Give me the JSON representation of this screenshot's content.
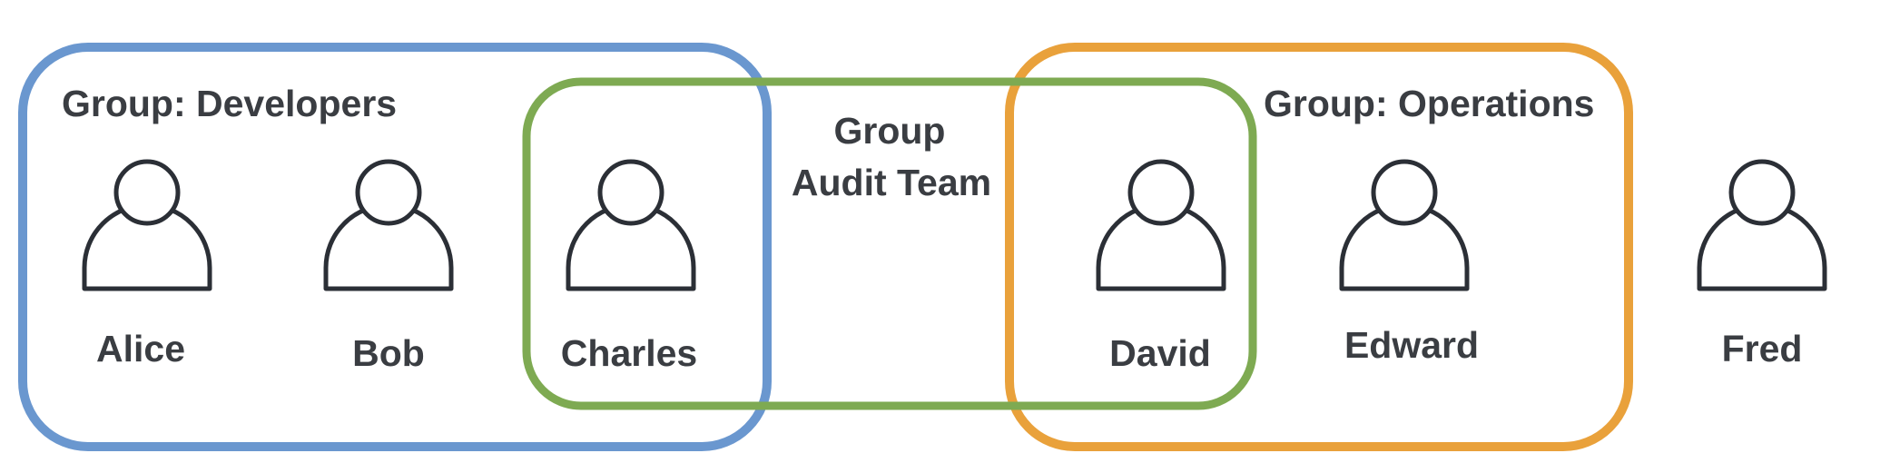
{
  "colors": {
    "developers": "#6a97cf",
    "operations": "#e9a13b",
    "audit": "#7eaa52",
    "ink": "#2b2f36",
    "text": "#3a3d42"
  },
  "groups": {
    "developers": {
      "label": "Group: Developers",
      "icon": "group-boundary"
    },
    "operations": {
      "label": "Group: Operations",
      "icon": "group-boundary"
    },
    "audit": {
      "label_line1": "Group",
      "label_line2": "Audit Team",
      "icon": "group-boundary"
    }
  },
  "users": [
    {
      "name": "Alice",
      "icon": "user-icon",
      "groups": [
        "Developers"
      ]
    },
    {
      "name": "Bob",
      "icon": "user-icon",
      "groups": [
        "Developers"
      ]
    },
    {
      "name": "Charles",
      "icon": "user-icon",
      "groups": [
        "Developers",
        "Audit Team"
      ]
    },
    {
      "name": "David",
      "icon": "user-icon",
      "groups": [
        "Operations",
        "Audit Team"
      ]
    },
    {
      "name": "Edward",
      "icon": "user-icon",
      "groups": [
        "Operations"
      ]
    },
    {
      "name": "Fred",
      "icon": "user-icon",
      "groups": []
    }
  ]
}
